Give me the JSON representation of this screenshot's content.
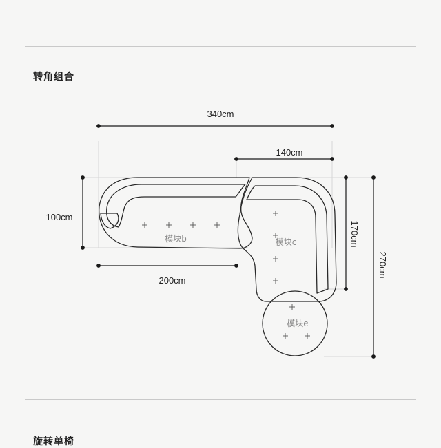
{
  "section1": {
    "title": "转角组合"
  },
  "section2": {
    "title": "旋转单椅"
  },
  "dimensions": {
    "overall_width": "340cm",
    "right_width": "140cm",
    "left_depth": "100cm",
    "left_length": "200cm",
    "right_depth": "170cm",
    "overall_depth": "270cm"
  },
  "modules": {
    "b": "模块b",
    "c": "模块c",
    "e": "模块e"
  },
  "colors": {
    "line": "#2a2a2a",
    "guide": "#d0d0d0",
    "label": "#8a8a8a",
    "background": "#f6f6f5"
  }
}
